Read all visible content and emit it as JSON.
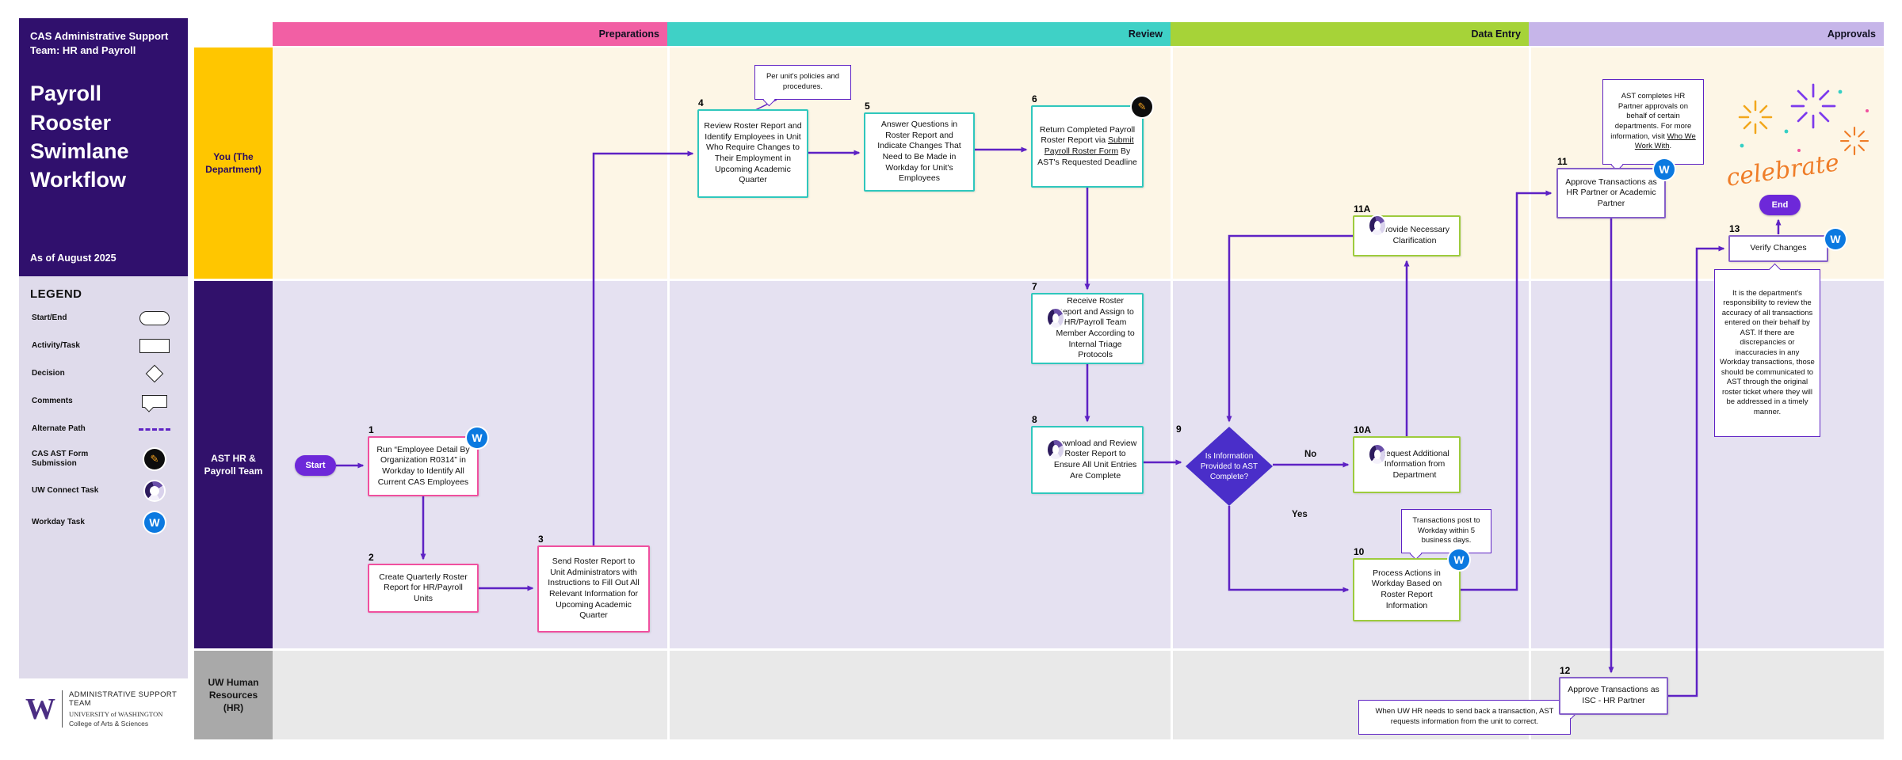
{
  "app": {
    "title": "Payroll Rooster Swimlane Workflow"
  },
  "colors": {
    "sidebar_purple": "#30106d",
    "lane_department_label": "#ffc600",
    "lane_ast_label": "#31116b",
    "lane_uwhr_label": "#a9a9a9",
    "phase_preparations": "#f25fa4",
    "phase_review": "#3fd1c6",
    "phase_data_entry": "#a6d338",
    "phase_approvals": "#c6b5e9",
    "arrow": "#5e22c4",
    "workday_blue": "#0b79e0",
    "decision_fill": "#4a2ec9"
  },
  "sidebar": {
    "org": "CAS Administrative Support Team: HR and Payroll",
    "title": "Payroll Rooster Swimlane Workflow",
    "as_of": "As of August 2025",
    "legend": {
      "heading": "LEGEND",
      "items": [
        {
          "label": "Start/End"
        },
        {
          "label": "Activity/Task"
        },
        {
          "label": "Decision"
        },
        {
          "label": "Comments"
        },
        {
          "label": "Alternate Path"
        },
        {
          "label": "CAS AST Form Submission"
        },
        {
          "label": "UW Connect Task"
        },
        {
          "label": "Workday Task"
        }
      ]
    },
    "footer": {
      "logo": "W",
      "team": "ADMINISTRATIVE SUPPORT TEAM",
      "university": "UNIVERSITY of WASHINGTON",
      "college": "College of Arts & Sciences"
    }
  },
  "phases": [
    {
      "label": "Preparations"
    },
    {
      "label": "Review"
    },
    {
      "label": "Data Entry"
    },
    {
      "label": "Approvals"
    }
  ],
  "lanes": [
    {
      "label": "You (The Department)"
    },
    {
      "label": "AST HR & Payroll Team"
    },
    {
      "label": "UW Human Resources (HR)"
    }
  ],
  "terminators": {
    "start": "Start",
    "end": "End"
  },
  "edge_labels": {
    "yes": "Yes",
    "no": "No"
  },
  "icons": {
    "workday": "W",
    "form": "✎"
  },
  "nodes": {
    "n1": {
      "num": "1",
      "text": "Run “Employee Detail By Organization R0314” in Workday to Identify All Current CAS Employees"
    },
    "n2": {
      "num": "2",
      "text": "Create Quarterly Roster Report for HR/Payroll Units"
    },
    "n3": {
      "num": "3",
      "text": "Send Roster Report to Unit Administrators with Instructions to Fill Out All Relevant Information for Upcoming Academic Quarter"
    },
    "n4": {
      "num": "4",
      "text": "Review Roster Report and Identify Employees in Unit Who Require Changes to Their Employment in Upcoming Academic Quarter"
    },
    "n5": {
      "num": "5",
      "text": "Answer Questions in Roster Report and Indicate Changes That Need to Be Made in Workday for Unit's Employees"
    },
    "n6": {
      "num": "6",
      "text_before": "Return Completed Payroll Roster Report via ",
      "link": "Submit Payroll Roster Form",
      "text_after": " By AST's Requested Deadline"
    },
    "n7": {
      "num": "7",
      "text": "Receive Roster Report and Assign to HR/Payroll Team Member According to Internal Triage Protocols"
    },
    "n8": {
      "num": "8",
      "text": "Download and Review Roster Report to Ensure All Unit Entries Are Complete"
    },
    "n9": {
      "num": "9",
      "text": "Is Information Provided to AST Complete?"
    },
    "n10a": {
      "num": "10A",
      "text": "Request Additional Information from Department"
    },
    "n11a": {
      "num": "11A",
      "text": "Provide Necessary Clarification"
    },
    "n10": {
      "num": "10",
      "text": "Process Actions in Workday Based on Roster Report Information"
    },
    "n11": {
      "num": "11",
      "text": "Approve Transactions as HR Partner or Academic Partner"
    },
    "n12": {
      "num": "12",
      "text": "Approve Transactions as ISC - HR Partner"
    },
    "n13": {
      "num": "13",
      "text": "Verify Changes"
    }
  },
  "comments": {
    "c1": {
      "text": "Per unit's policies and procedures."
    },
    "c2": {
      "text_before": "AST completes HR Partner approvals on behalf of certain departments. For more information, visit ",
      "link": "Who We Work With",
      "text_after": "."
    },
    "c3": {
      "text": "Transactions post to Workday within 5 business days."
    },
    "c4": {
      "text": "It is the department's responsibility to review the accuracy of all transactions entered on their behalf by AST. If there are discrepancies or inaccuracies in any Workday transactions, those should be communicated to AST through the original roster ticket where they will be addressed in a timely manner."
    },
    "c5": {
      "text": "When UW HR needs to send back a transaction, AST requests information from the unit to correct."
    }
  },
  "celebrate": {
    "text": "celebrate"
  }
}
